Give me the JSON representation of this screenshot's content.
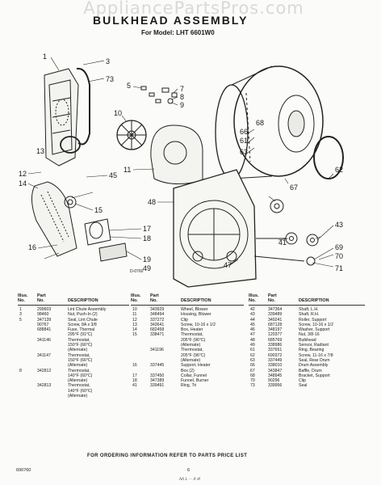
{
  "header": {
    "watermark": "AppliancePartsPros.com",
    "title": "BULKHEAD ASSEMBLY",
    "model": "For Model: LHT 6601W0"
  },
  "diagram": {
    "code": "D-0760",
    "callouts": [
      "1",
      "3",
      "73",
      "5",
      "7",
      "8",
      "9",
      "10",
      "11",
      "12",
      "13",
      "14",
      "15",
      "16",
      "17",
      "18",
      "19",
      "43",
      "45",
      "47",
      "48",
      "49",
      "41",
      "61",
      "62",
      "63",
      "66",
      "67",
      "68",
      "69",
      "70",
      "71"
    ]
  },
  "columns": {
    "illus": [
      "Illus.",
      "No."
    ],
    "part": [
      "Part",
      "No."
    ],
    "desc": "DESCRIPTION"
  },
  "parts": [
    [
      {
        "i": "1",
        "p": "299603",
        "d": "Lint Chute Assembly"
      },
      {
        "i": "3",
        "p": "98460",
        "d": "Nut, Push-In (2)"
      },
      {
        "i": "5",
        "p": "347139",
        "d": "Seal, Lint Chute"
      },
      {
        "i": "",
        "p": "90767",
        "d": "Screw, 8A x 3/8"
      },
      {
        "i": "",
        "p": "688841",
        "d": "Fuse, Thermal"
      },
      {
        "i": "",
        "p": "",
        "d": "295°F (91°C)"
      },
      {
        "i": "",
        "p": "341146",
        "d": "Thermostat,"
      },
      {
        "i": "",
        "p": "",
        "d": "150°F (66°C)"
      },
      {
        "i": "",
        "p": "",
        "d": "(Alternate)"
      },
      {
        "i": "",
        "p": "341147",
        "d": "Thermostat,"
      },
      {
        "i": "",
        "p": "",
        "d": "150°F (66°C)"
      },
      {
        "i": "",
        "p": "",
        "d": "(Alternate)"
      },
      {
        "i": "8",
        "p": "342812",
        "d": "Thermostat,"
      },
      {
        "i": "",
        "p": "",
        "d": "140°F (60°C)"
      },
      {
        "i": "",
        "p": "",
        "d": "(Alternate)"
      },
      {
        "i": "",
        "p": "342813",
        "d": "Thermostat,"
      },
      {
        "i": "",
        "p": "",
        "d": "140°F (60°C)"
      },
      {
        "i": "",
        "p": "",
        "d": "(Alternate)"
      }
    ],
    [
      {
        "i": "10",
        "p": "343929",
        "d": "Wheel, Blower"
      },
      {
        "i": "11",
        "p": "348494",
        "d": "Housing, Blower"
      },
      {
        "i": "12",
        "p": "337272",
        "d": "Clip"
      },
      {
        "i": "13",
        "p": "343641",
        "d": "Screw, 10-16 x 1/2"
      },
      {
        "i": "14",
        "p": "682458",
        "d": "Box, Heater"
      },
      {
        "i": "15",
        "p": "338471",
        "d": "Thermostat,"
      },
      {
        "i": "",
        "p": "",
        "d": "205°F (96°C)"
      },
      {
        "i": "",
        "p": "",
        "d": "(Alternate)"
      },
      {
        "i": "",
        "p": "341196",
        "d": "Thermostat,"
      },
      {
        "i": "",
        "p": "",
        "d": "205°F (96°C)"
      },
      {
        "i": "",
        "p": "",
        "d": "(Alternate)"
      },
      {
        "i": "16",
        "p": "337445",
        "d": "Support, Heater"
      },
      {
        "i": "",
        "p": "",
        "d": "Box (2)"
      },
      {
        "i": "17",
        "p": "337450",
        "d": "Collar, Funnel"
      },
      {
        "i": "18",
        "p": "347389",
        "d": "Funnel, Burner"
      },
      {
        "i": "41",
        "p": "339491",
        "d": "Ring, Tri"
      }
    ],
    [
      {
        "i": "42",
        "p": "347364",
        "d": "Shaft, L.H."
      },
      {
        "i": "43",
        "p": "339489",
        "d": "Shaft, R.H."
      },
      {
        "i": "44",
        "p": "349241",
        "d": "Roller, Support"
      },
      {
        "i": "45",
        "p": "687128",
        "d": "Screw, 10-16 x 1/2"
      },
      {
        "i": "46",
        "p": "348197",
        "d": "Washer, Support"
      },
      {
        "i": "47",
        "p": "120377",
        "d": "Nut, 3/8-16"
      },
      {
        "i": "48",
        "p": "685769",
        "d": "Bulkhead"
      },
      {
        "i": "49",
        "p": "338986",
        "d": "Sensor, Radiant"
      },
      {
        "i": "61",
        "p": "337651",
        "d": "Ring, Bearing"
      },
      {
        "i": "62",
        "p": "690372",
        "d": "Screw, 11-16 x 7/8"
      },
      {
        "i": "63",
        "p": "337449",
        "d": "Seal, Rear Drum"
      },
      {
        "i": "66",
        "p": "338010",
        "d": "Drum Assembly"
      },
      {
        "i": "67",
        "p": "343847",
        "d": "Baffle, Drum"
      },
      {
        "i": "68",
        "p": "348945",
        "d": "Bracket, Support"
      },
      {
        "i": "70",
        "p": "90296",
        "d": "Clip"
      },
      {
        "i": "73",
        "p": "339956",
        "d": "Seal"
      }
    ]
  ],
  "footer": {
    "note": "FOR ORDERING INFORMATION REFER TO PARTS PRICE LIST",
    "doc_code": "690760",
    "page": "6",
    "scribble": "ʌʌ ʟ ·· ʌ ᴎ"
  }
}
